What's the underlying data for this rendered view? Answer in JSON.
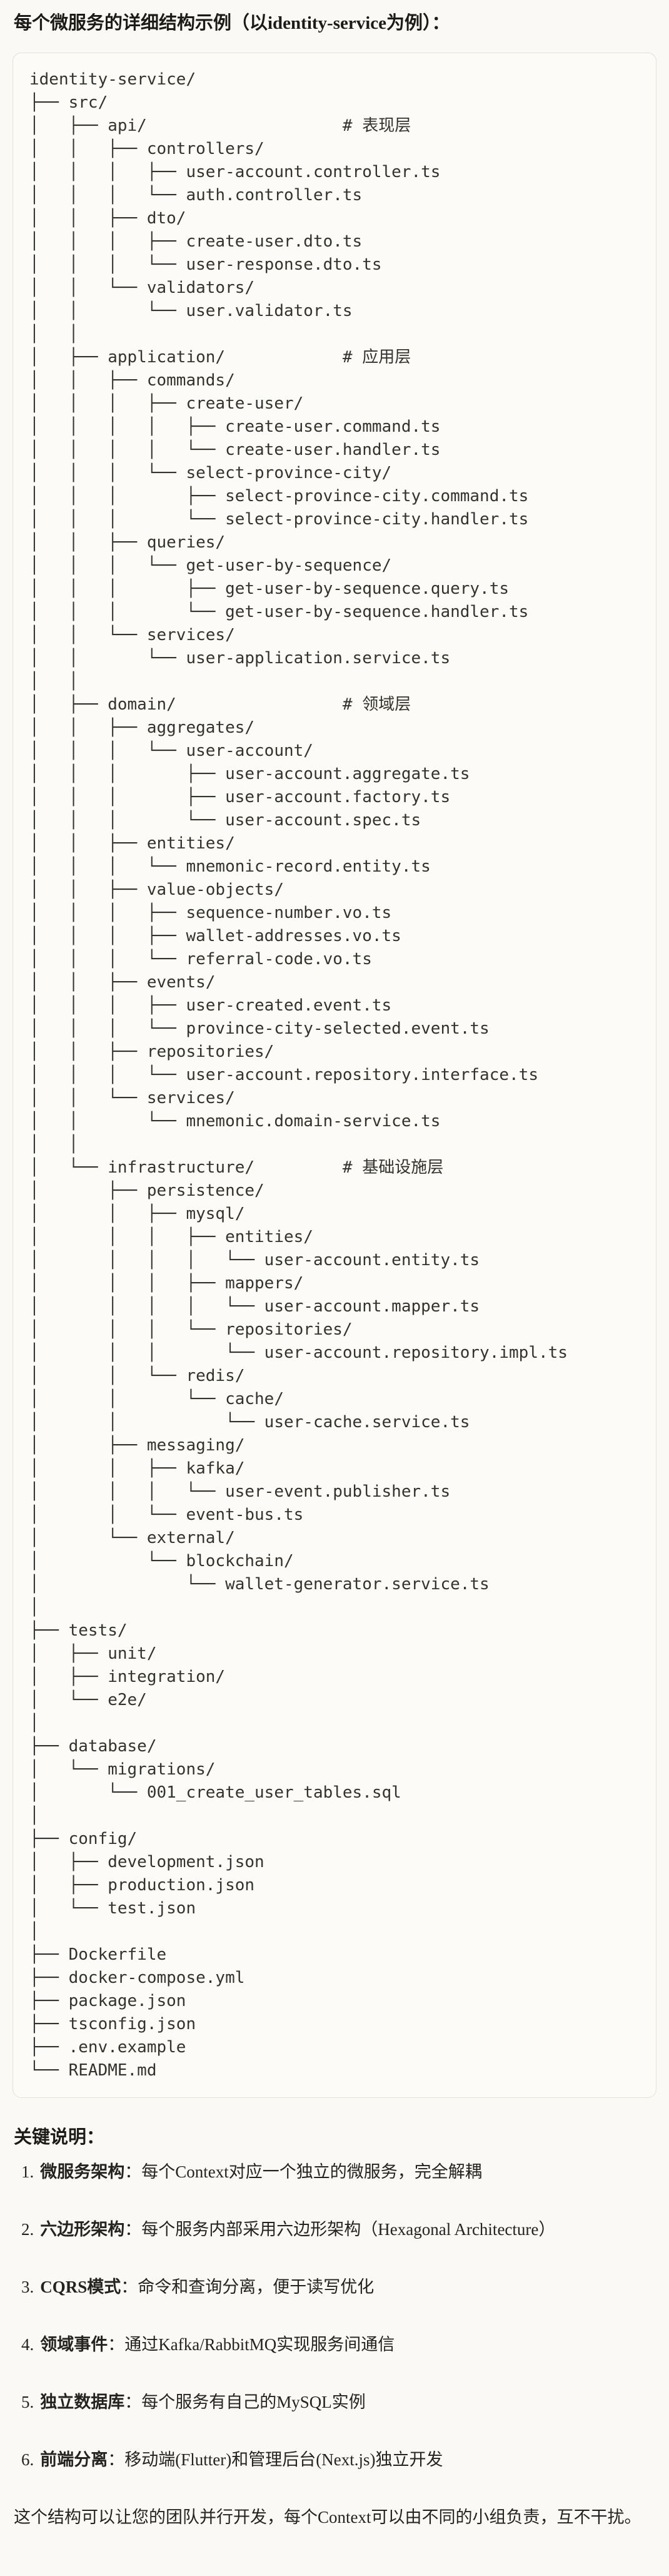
{
  "page": {
    "title": "每个微服务的详细结构示例（以identity-service为例）：",
    "notes_heading": "关键说明：",
    "closing": "这个结构可以让您的团队并行开发，每个Context可以由不同的小组负责，互不干扰。"
  },
  "colors": {
    "page_background": "#FAF9F5",
    "code_background": "#FCFBF8",
    "code_border": "#E3E0D8",
    "text": "#242320"
  },
  "tree": {
    "root": "identity-service/",
    "lines": [
      "identity-service/",
      "├── src/",
      "│   ├── api/                    # 表现层",
      "│   │   ├── controllers/",
      "│   │   │   ├── user-account.controller.ts",
      "│   │   │   └── auth.controller.ts",
      "│   │   ├── dto/",
      "│   │   │   ├── create-user.dto.ts",
      "│   │   │   └── user-response.dto.ts",
      "│   │   └── validators/",
      "│   │       └── user.validator.ts",
      "│   │",
      "│   ├── application/            # 应用层",
      "│   │   ├── commands/",
      "│   │   │   ├── create-user/",
      "│   │   │   │   ├── create-user.command.ts",
      "│   │   │   │   └── create-user.handler.ts",
      "│   │   │   └── select-province-city/",
      "│   │   │       ├── select-province-city.command.ts",
      "│   │   │       └── select-province-city.handler.ts",
      "│   │   ├── queries/",
      "│   │   │   └── get-user-by-sequence/",
      "│   │   │       ├── get-user-by-sequence.query.ts",
      "│   │   │       └── get-user-by-sequence.handler.ts",
      "│   │   └── services/",
      "│   │       └── user-application.service.ts",
      "│   │",
      "│   ├── domain/                 # 领域层",
      "│   │   ├── aggregates/",
      "│   │   │   └── user-account/",
      "│   │   │       ├── user-account.aggregate.ts",
      "│   │   │       ├── user-account.factory.ts",
      "│   │   │       └── user-account.spec.ts",
      "│   │   ├── entities/",
      "│   │   │   └── mnemonic-record.entity.ts",
      "│   │   ├── value-objects/",
      "│   │   │   ├── sequence-number.vo.ts",
      "│   │   │   ├── wallet-addresses.vo.ts",
      "│   │   │   └── referral-code.vo.ts",
      "│   │   ├── events/",
      "│   │   │   ├── user-created.event.ts",
      "│   │   │   └── province-city-selected.event.ts",
      "│   │   ├── repositories/",
      "│   │   │   └── user-account.repository.interface.ts",
      "│   │   └── services/",
      "│   │       └── mnemonic.domain-service.ts",
      "│   │",
      "│   └── infrastructure/         # 基础设施层",
      "│       ├── persistence/",
      "│       │   ├── mysql/",
      "│       │   │   ├── entities/",
      "│       │   │   │   └── user-account.entity.ts",
      "│       │   │   ├── mappers/",
      "│       │   │   │   └── user-account.mapper.ts",
      "│       │   │   └── repositories/",
      "│       │   │       └── user-account.repository.impl.ts",
      "│       │   └── redis/",
      "│       │       └── cache/",
      "│       │           └── user-cache.service.ts",
      "│       ├── messaging/",
      "│       │   ├── kafka/",
      "│       │   │   └── user-event.publisher.ts",
      "│       │   └── event-bus.ts",
      "│       └── external/",
      "│           └── blockchain/",
      "│               └── wallet-generator.service.ts",
      "│",
      "├── tests/",
      "│   ├── unit/",
      "│   ├── integration/",
      "│   └── e2e/",
      "│",
      "├── database/",
      "│   └── migrations/",
      "│       └── 001_create_user_tables.sql",
      "│",
      "├── config/",
      "│   ├── development.json",
      "│   ├── production.json",
      "│   └── test.json",
      "│",
      "├── Dockerfile",
      "├── docker-compose.yml",
      "├── package.json",
      "├── tsconfig.json",
      "├── .env.example",
      "└── README.md"
    ]
  },
  "notes": [
    {
      "num": "1.",
      "label": "微服务架构",
      "sep": "：",
      "text": "每个Context对应一个独立的微服务，完全解耦"
    },
    {
      "num": "2.",
      "label": "六边形架构",
      "sep": "：",
      "text": "每个服务内部采用六边形架构（Hexagonal Architecture）"
    },
    {
      "num": "3.",
      "label": "CQRS模式",
      "sep": "：",
      "text": "命令和查询分离，便于读写优化"
    },
    {
      "num": "4.",
      "label": "领域事件",
      "sep": "：",
      "text": "通过Kafka/RabbitMQ实现服务间通信"
    },
    {
      "num": "5.",
      "label": "独立数据库",
      "sep": "：",
      "text": "每个服务有自己的MySQL实例"
    },
    {
      "num": "6.",
      "label": "前端分离",
      "sep": "：",
      "text": "移动端(Flutter)和管理后台(Next.js)独立开发"
    }
  ]
}
